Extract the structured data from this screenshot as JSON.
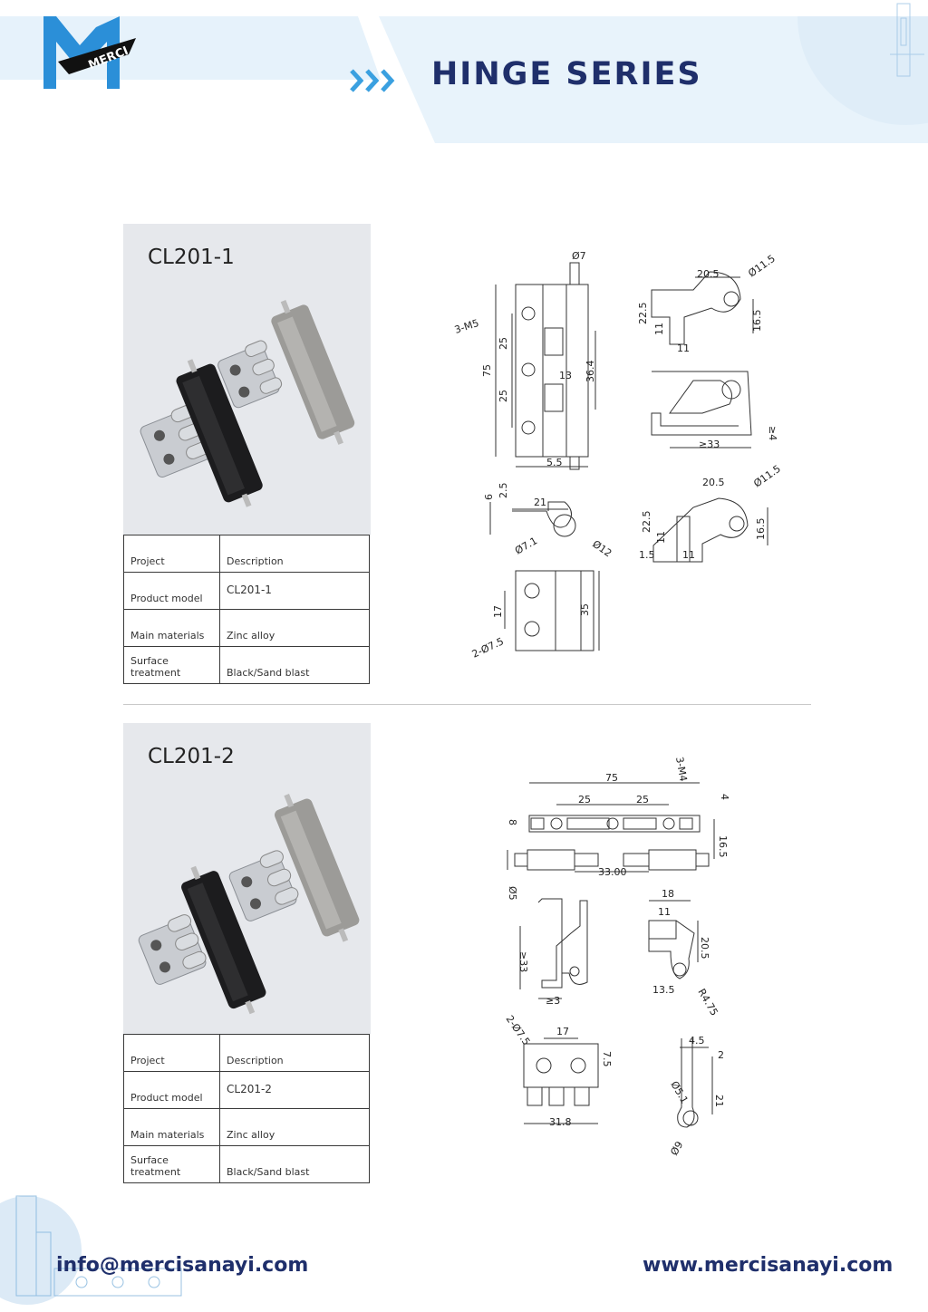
{
  "brand": {
    "logo_text": "MERCI",
    "colors": {
      "primary": "#1f2f6b",
      "accent": "#2b8fd8",
      "band": "#e8f3fb"
    }
  },
  "header": {
    "title": "HINGE SERIES",
    "arrow_icon": "triple-chevron-right-icon"
  },
  "products": [
    {
      "model_title": "CL201-1",
      "table": {
        "header": {
          "project": "Project",
          "description": "Description"
        },
        "rows": [
          {
            "label": "Product model",
            "value": "CL201-1"
          },
          {
            "label": "Main materials",
            "value": "Zinc alloy"
          },
          {
            "label": "Surface treatment",
            "value": "Black/Sand blast"
          }
        ]
      },
      "dimensions": [
        "Ø7",
        "3-M5",
        "75",
        "25",
        "25",
        "36.4",
        "13",
        "5.5",
        "20.5",
        "Ø11.5",
        "22.5",
        "11",
        "11",
        "16.5",
        "≥4",
        "≥33",
        "6",
        "2.5",
        "21",
        "Ø7.1",
        "Ø12",
        "20.5",
        "Ø11.5",
        "22.5",
        "11",
        "1.5",
        "11",
        "16.5",
        "17",
        "35",
        "2-Ø7.5"
      ]
    },
    {
      "model_title": "CL201-2",
      "table": {
        "header": {
          "project": "Project",
          "description": "Description"
        },
        "rows": [
          {
            "label": "Product model",
            "value": "CL201-2"
          },
          {
            "label": "Main materials",
            "value": "Zinc alloy"
          },
          {
            "label": "Surface treatment",
            "value": "Black/Sand blast"
          }
        ]
      },
      "dimensions": [
        "75",
        "3-M4",
        "25",
        "25",
        "4",
        "8",
        "16.5",
        "33.00",
        "Ø5",
        "18",
        "11",
        "20.5",
        "≥33",
        "≥3",
        "13.5",
        "R4.75",
        "2-Ø7.5",
        "17",
        "7.5",
        "31.8",
        "4.5",
        "2",
        "Ø5.1",
        "21",
        "Ø9"
      ]
    }
  ],
  "footer": {
    "email": "info@mercisanayi.com",
    "website": "www.mercisanayi.com"
  }
}
